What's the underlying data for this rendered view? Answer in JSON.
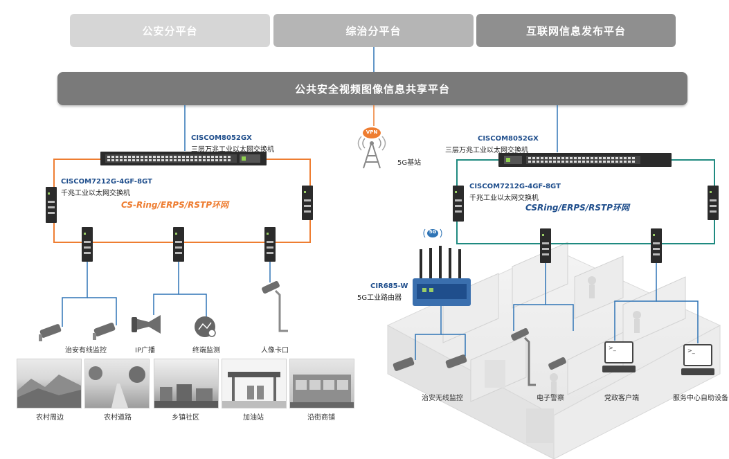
{
  "top_platforms": [
    {
      "label": "公安分平台",
      "color": "#d6d6d6"
    },
    {
      "label": "综治分平台",
      "color": "#b5b5b5"
    },
    {
      "label": "互联网信息发布平台",
      "color": "#8f8f8f"
    }
  ],
  "main_platform": {
    "label": "公共安全视频图像信息共享平台"
  },
  "base_station": {
    "label": "5G基站",
    "vpn_badge": "VPN"
  },
  "left_core_switch": {
    "model": "CISCOM8052GX",
    "desc": "三层万兆工业以太网交换机"
  },
  "right_core_switch": {
    "model": "CISCOM8052GX",
    "desc": "三层万兆工业以太网交换机"
  },
  "left_ring": {
    "model": "CISCOM7212G-4GF-8GT",
    "desc": "千兆工业以太网交换机",
    "title": "CS-Ring/ERPS/RSTP环网",
    "color": "#ee7d31"
  },
  "right_ring": {
    "model": "CISCOM7212G-4GF-8GT",
    "desc": "千兆工业以太网交换机",
    "title": "CSRing/ERPS/RSTP环网",
    "color": "#1f8a80"
  },
  "router": {
    "model": "CIR685-W",
    "desc": "5G工业路由器",
    "badge": "5G"
  },
  "left_devices": [
    "治安有线监控",
    "IP广播",
    "终端监测",
    "人像卡口"
  ],
  "scenes": [
    "农村周边",
    "农村道路",
    "乡镇社区",
    "加油站",
    "沿街商铺"
  ],
  "right_devices": [
    "治安无线监控",
    "电子警察",
    "党政客户端",
    "服务中心自助设备"
  ],
  "colors": {
    "link": "#2f74b5",
    "platform": "#7a7a7a",
    "label_blue": "#1f4e8c"
  }
}
